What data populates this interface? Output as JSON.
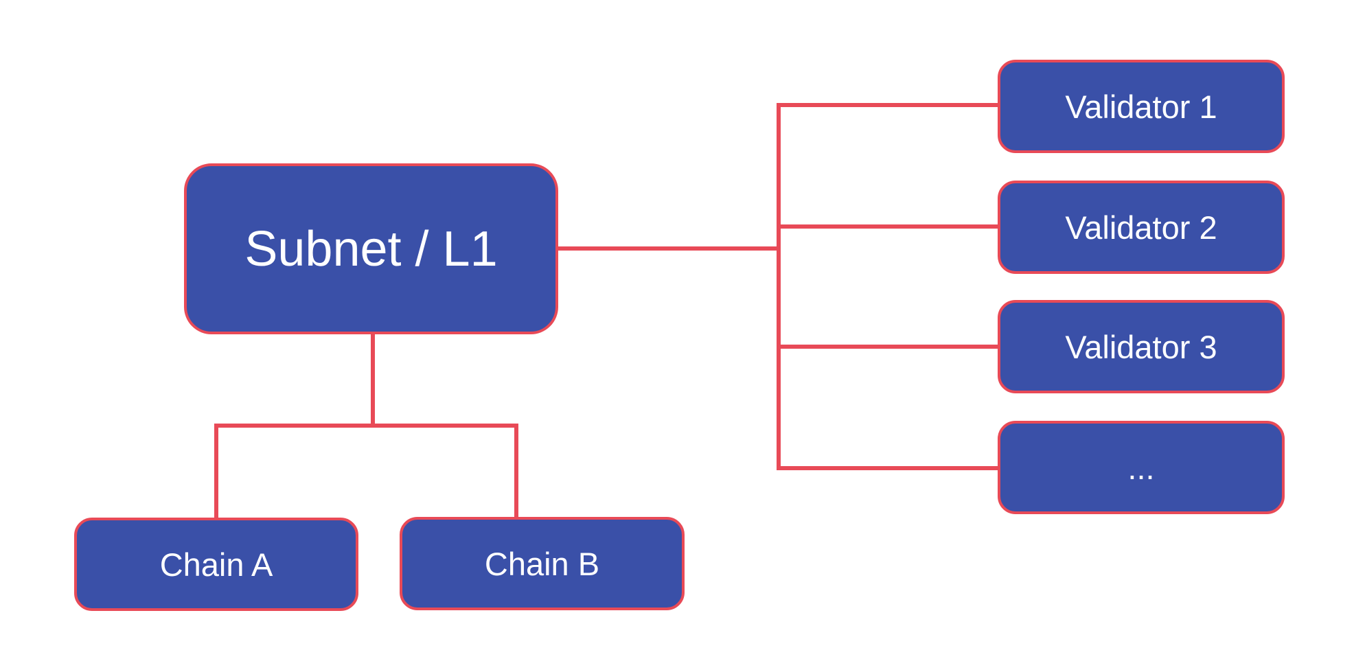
{
  "diagram": {
    "type": "org-chart",
    "colors": {
      "canvas_bg": "#ffffff",
      "node_fill": "#3a50a8",
      "node_border": "#e84a57",
      "connector": "#e84a57",
      "label_text": "#ffffff"
    },
    "nodes": {
      "subnet": {
        "label": "Subnet / L1"
      },
      "chain_a": {
        "label": "Chain A"
      },
      "chain_b": {
        "label": "Chain B"
      },
      "validator_1": {
        "label": "Validator 1"
      },
      "validator_2": {
        "label": "Validator 2"
      },
      "validator_3": {
        "label": "Validator 3"
      },
      "validator_more": {
        "label": "..."
      }
    },
    "edges": [
      {
        "from": "subnet",
        "to": "validator_1"
      },
      {
        "from": "subnet",
        "to": "validator_2"
      },
      {
        "from": "subnet",
        "to": "validator_3"
      },
      {
        "from": "subnet",
        "to": "validator_more"
      },
      {
        "from": "subnet",
        "to": "chain_a"
      },
      {
        "from": "subnet",
        "to": "chain_b"
      }
    ]
  }
}
